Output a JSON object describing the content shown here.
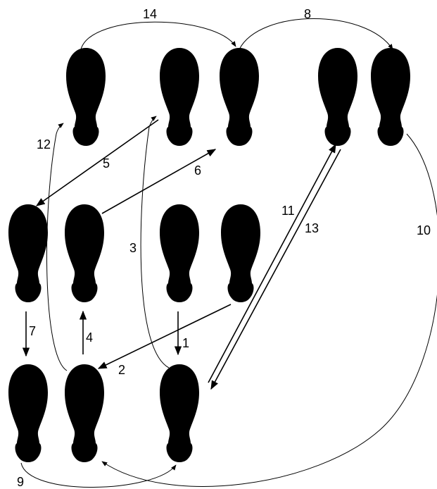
{
  "diagram": {
    "colors": {
      "foot": "#000000",
      "line": "#000000",
      "background": "#ffffff"
    },
    "footprints": [
      {
        "id": "f-top-1"
      },
      {
        "id": "f-top-2"
      },
      {
        "id": "f-top-3"
      },
      {
        "id": "f-top-4"
      },
      {
        "id": "f-top-5"
      },
      {
        "id": "f-mid-1"
      },
      {
        "id": "f-mid-2"
      },
      {
        "id": "f-mid-3"
      },
      {
        "id": "f-mid-4"
      },
      {
        "id": "f-bot-1"
      },
      {
        "id": "f-bot-2"
      },
      {
        "id": "f-bot-3"
      }
    ],
    "step_labels": {
      "s1": "1",
      "s2": "2",
      "s3": "3",
      "s4": "4",
      "s5": "5",
      "s6": "6",
      "s7": "7",
      "s8": "8",
      "s9": "9",
      "s10": "10",
      "s11": "11",
      "s12": "12",
      "s13": "13",
      "s14": "14"
    }
  }
}
